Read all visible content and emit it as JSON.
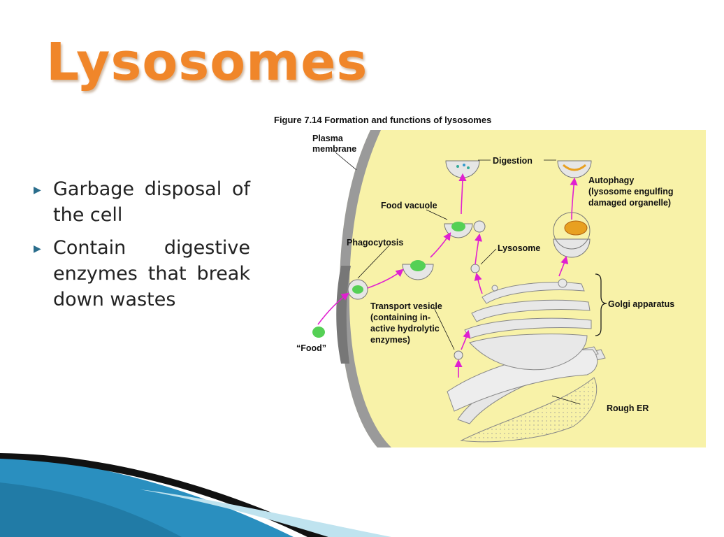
{
  "slide": {
    "title": "Lysosomes",
    "bullets": [
      "Garbage disposal of the cell",
      "Contain digestive enzymes that break down wastes"
    ]
  },
  "figure": {
    "caption": "Figure 7.14  Formation and functions of lysosomes",
    "labels": {
      "plasma_membrane": [
        "Plasma",
        "membrane"
      ],
      "digestion": "Digestion",
      "autophagy": [
        "Autophagy",
        "(lysosome engulfing",
        "damaged organelle)"
      ],
      "food_vacuole": "Food vacuole",
      "phagocytosis": "Phagocytosis",
      "lysosome": "Lysosome",
      "golgi": "Golgi apparatus",
      "transport_vesicle": [
        "Transport vesicle",
        "(containing in-",
        "active hydrolytic",
        "enzymes)"
      ],
      "food": "“Food”",
      "rough_er": "Rough ER"
    },
    "colors": {
      "cytoplasm": "#f8f2a8",
      "membrane": "#8a8a8a",
      "organelle": "#e6e6e6",
      "arrow": "#e020d0",
      "food": "#55d055",
      "mitochondrion": "#e8a020"
    }
  },
  "footer": {
    "colors": {
      "blue": "#2a8fbf",
      "dark": "#111111",
      "light": "#bfe3ef"
    }
  }
}
